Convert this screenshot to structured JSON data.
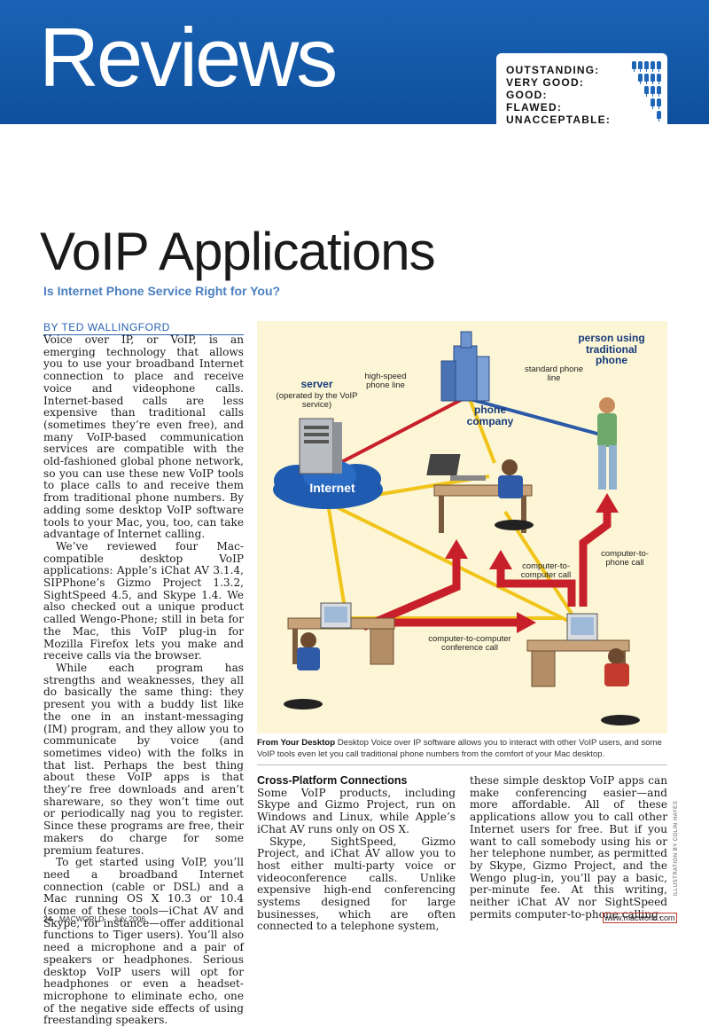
{
  "header": {
    "section_title": "Reviews",
    "rating_legend": [
      {
        "label": "OUTSTANDING:",
        "mics": 5
      },
      {
        "label": "VERY GOOD:",
        "mics": 4
      },
      {
        "label": "GOOD:",
        "mics": 3
      },
      {
        "label": "FLAWED:",
        "mics": 2
      },
      {
        "label": "UNACCEPTABLE:",
        "mics": 1
      }
    ]
  },
  "article": {
    "title": "VoIP Applications",
    "subtitle": "Is Internet Phone Service Right for You?",
    "byline": "BY TED WALLINGFORD",
    "col1": [
      "Voice over IP, or VoIP, is an emerging technology that allows you to use your broadband Internet connection to place and receive voice and videophone calls. Internet-based calls are less expensive than traditional calls (sometimes they’re even free), and many VoIP-based communication services are compatible with the old-fashioned global phone network, so you can use these new VoIP tools to place calls to and receive them from traditional phone numbers. By adding some desktop VoIP software tools to your Mac, you, too, can take advantage of Internet calling.",
      "We’ve reviewed four Mac-compatible desktop VoIP applications: Apple’s iChat AV 3.1.4, SIPPhone’s Gizmo Project 1.3.2, SightSpeed 4.5, and Skype 1.4. We also checked out a unique product called Wengo-Phone; still in beta for the Mac, this VoIP plug-in for Mozilla Firefox lets you make and receive calls via the browser.",
      "While each program has strengths and weaknesses, they all do basically the same thing: they present you with a buddy list like the one in an instant-messaging (IM) program, and they allow you to communicate by voice (and sometimes video) with the folks in that list. Perhaps the best thing about these VoIP apps is that they’re free downloads and aren’t shareware, so they won’t time out or periodically nag you to register. Since these programs are free, their makers do charge for some premium features.",
      "To get started using VoIP, you’ll need a broadband Internet connection (cable or DSL) and a Mac running OS X 10.3 or 10.4 (some of these tools—iChat AV and Skype, for instance—offer additional functions to Tiger users). You’ll also need a microphone and a pair of speakers or headphones. Serious desktop VoIP users will opt for headphones or even a headset-microphone to eliminate echo, one of the negative side effects of using freestanding speakers."
    ],
    "section2_heading": "Cross-Platform Connections",
    "col2": [
      "Some VoIP products, including Skype and Gizmo Project, run on Windows and Linux, while Apple’s iChat AV runs only on OS X.",
      "Skype, SightSpeed, Gizmo Project, and iChat AV allow you to host either multi-party voice or videoconference calls. Unlike expensive high-end conferencing systems designed for large businesses, which are often connected to a telephone system,"
    ],
    "col3": [
      "these simple desktop VoIP apps can make conferencing easier—and more affordable. All of these applications allow you to call other Internet users for free. But if you want to call somebody using his or her telephone number, as permitted by Skype, Gizmo Project, and the Wengo plug-in, you’ll pay a basic, per-minute fee. At this writing, neither iChat AV nor SightSpeed permits computer-to-phone calling."
    ]
  },
  "figure": {
    "server_label": "server",
    "server_sub": "(operated by the VoIP service)",
    "internet_label": "Internet",
    "high_speed_label": "high-speed phone line",
    "phone_company_label": "phone company",
    "standard_label": "standard phone line",
    "person_label": "person using traditional phone",
    "c2p_right_label": "computer-to-phone call",
    "c2c_label": "computer-to-computer call",
    "conference_label": "computer-to-computer conference call",
    "caption_lead": "From Your Desktop",
    "caption_text": "Desktop Voice over IP software allows you to interact with other VoIP users, and some VoIP tools even let you call traditional phone numbers from the comfort of your Mac desktop.",
    "illustration_credit": "ILLUSTRATION BY COLIN HAYES"
  },
  "footer": {
    "page_number": "24",
    "magazine": "MACWORLD",
    "issue": "July 2006",
    "url": "www.macworld.com"
  },
  "colors": {
    "brand_blue": "#1a63b5",
    "subhead_blue": "#4a7fc0",
    "arrow_red": "#c8202a",
    "line_yellow": "#f0c419",
    "figure_bg": "#fdf6d6"
  }
}
